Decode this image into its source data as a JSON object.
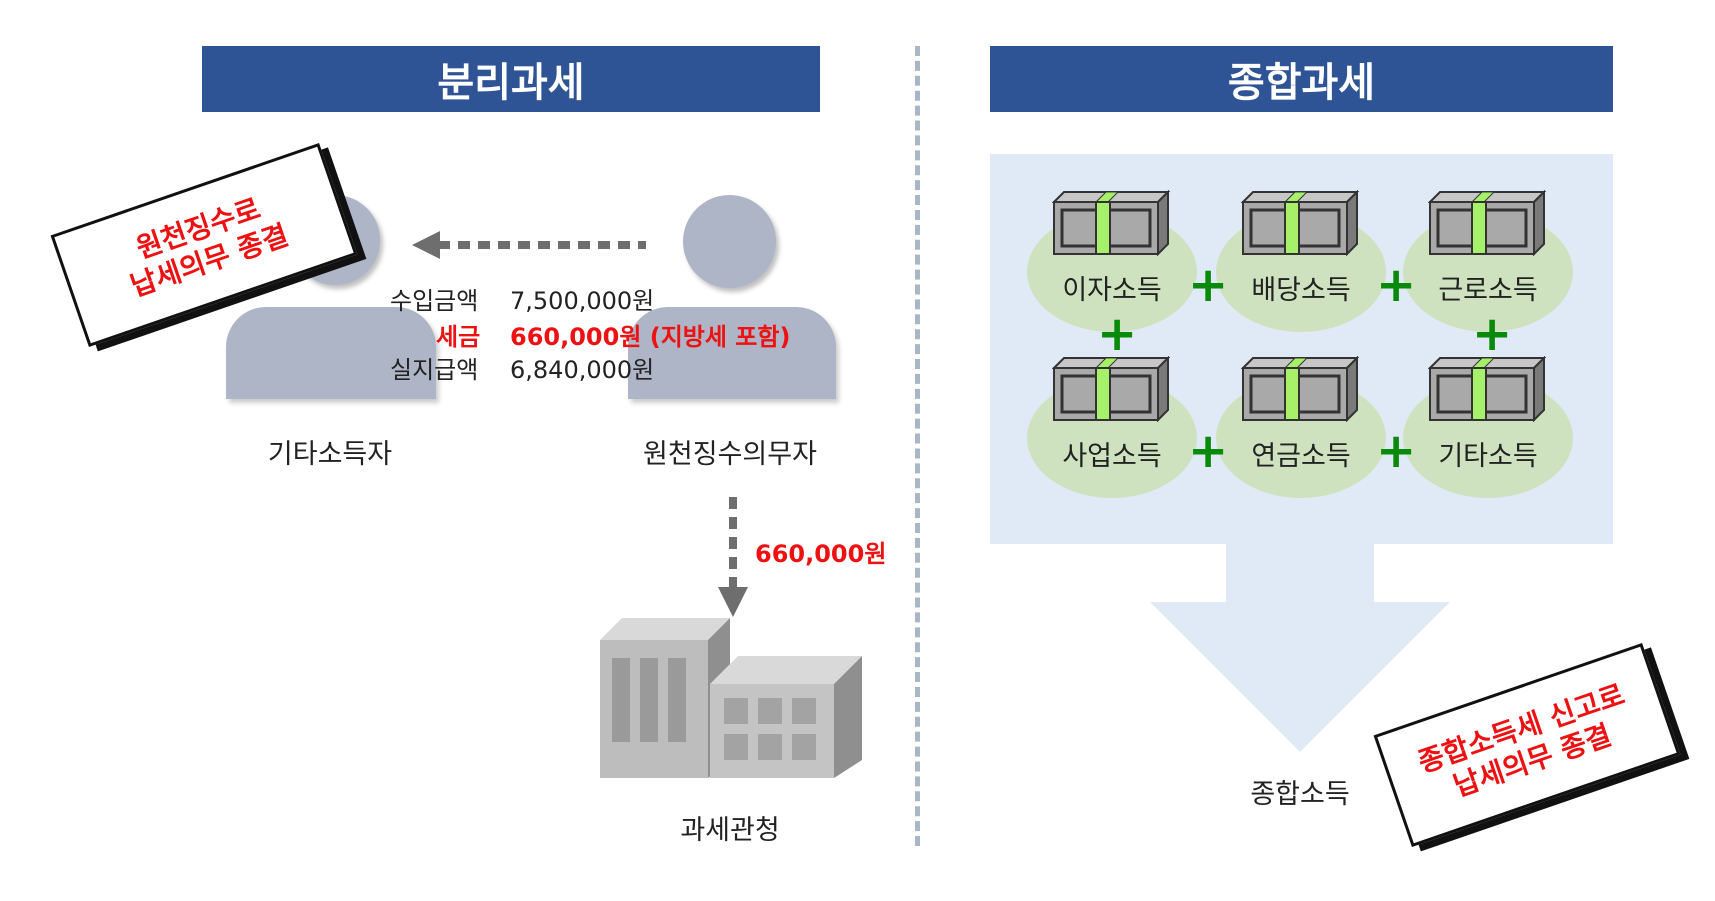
{
  "left": {
    "header": "분리과세",
    "stamp_line1": "원천징수로",
    "stamp_line2": "납세의무 종결",
    "recipient_label": "기타소득자",
    "withholder_label": "원천징수의무자",
    "office_label": "과세관청",
    "payment": {
      "row1_label": "수입금액",
      "row1_value": "7,500,000원",
      "row2_label": "세금",
      "row2_value": "660,000원 (지방세 포함)",
      "row3_label": "실지급액",
      "row3_value": "6,840,000원"
    },
    "tax_transfer": "660,000원"
  },
  "right": {
    "header": "종합과세",
    "incomes": [
      "이자소득",
      "배당소득",
      "근로소득",
      "사업소득",
      "연금소득",
      "기타소득"
    ],
    "result_label": "종합소득",
    "stamp_line1": "종합소득세 신고로",
    "stamp_line2": "납세의무 종결"
  },
  "colors": {
    "header_bg": "#2f5496",
    "person": "#adb5c6",
    "highlight_red": "#ee1111",
    "plus_green": "#0a8a0a",
    "panel_bg": "#dfeaf6",
    "ellipse": "#cfe2bf",
    "money_band": "#a6f06a"
  },
  "icons": [
    "person-icon",
    "money-bundle-icon",
    "building-icon",
    "arrow-icon",
    "plus-icon"
  ]
}
